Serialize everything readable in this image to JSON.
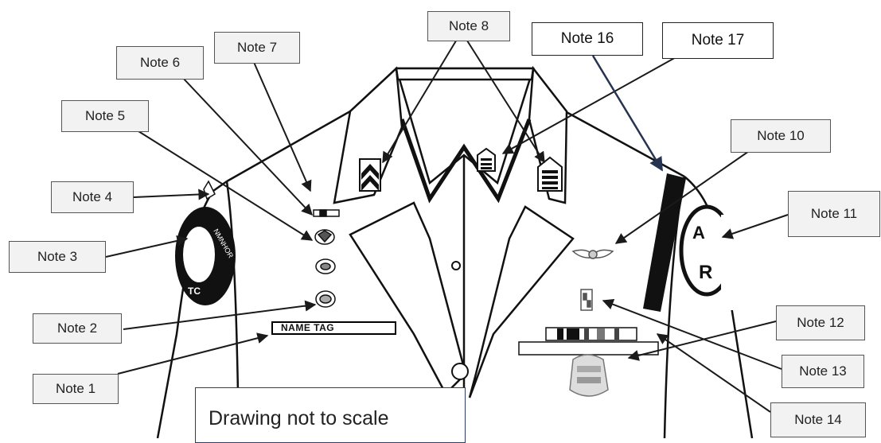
{
  "notes": {
    "n1": "Note 1",
    "n2": "Note 2",
    "n3": "Note 3",
    "n4": "Note 4",
    "n5": "Note 5",
    "n6": "Note 6",
    "n7": "Note 7",
    "n8": "Note 8",
    "n10": "Note 10",
    "n11": "Note 11",
    "n12": "Note 12",
    "n13": "Note 13",
    "n14": "Note 14",
    "n16": "Note 16",
    "n17": "Note 17"
  },
  "name_tag": "NAME TAG",
  "caption": "Drawing not to scale",
  "patch_text": {
    "left_top": "NMNHOR",
    "left_bottom": "TC",
    "right_top": "A",
    "right_bottom": "R"
  },
  "colors": {
    "label_fill": "#f2f2f2",
    "arrow": "#1a1a1a",
    "arrow_navy": "#26344f"
  }
}
